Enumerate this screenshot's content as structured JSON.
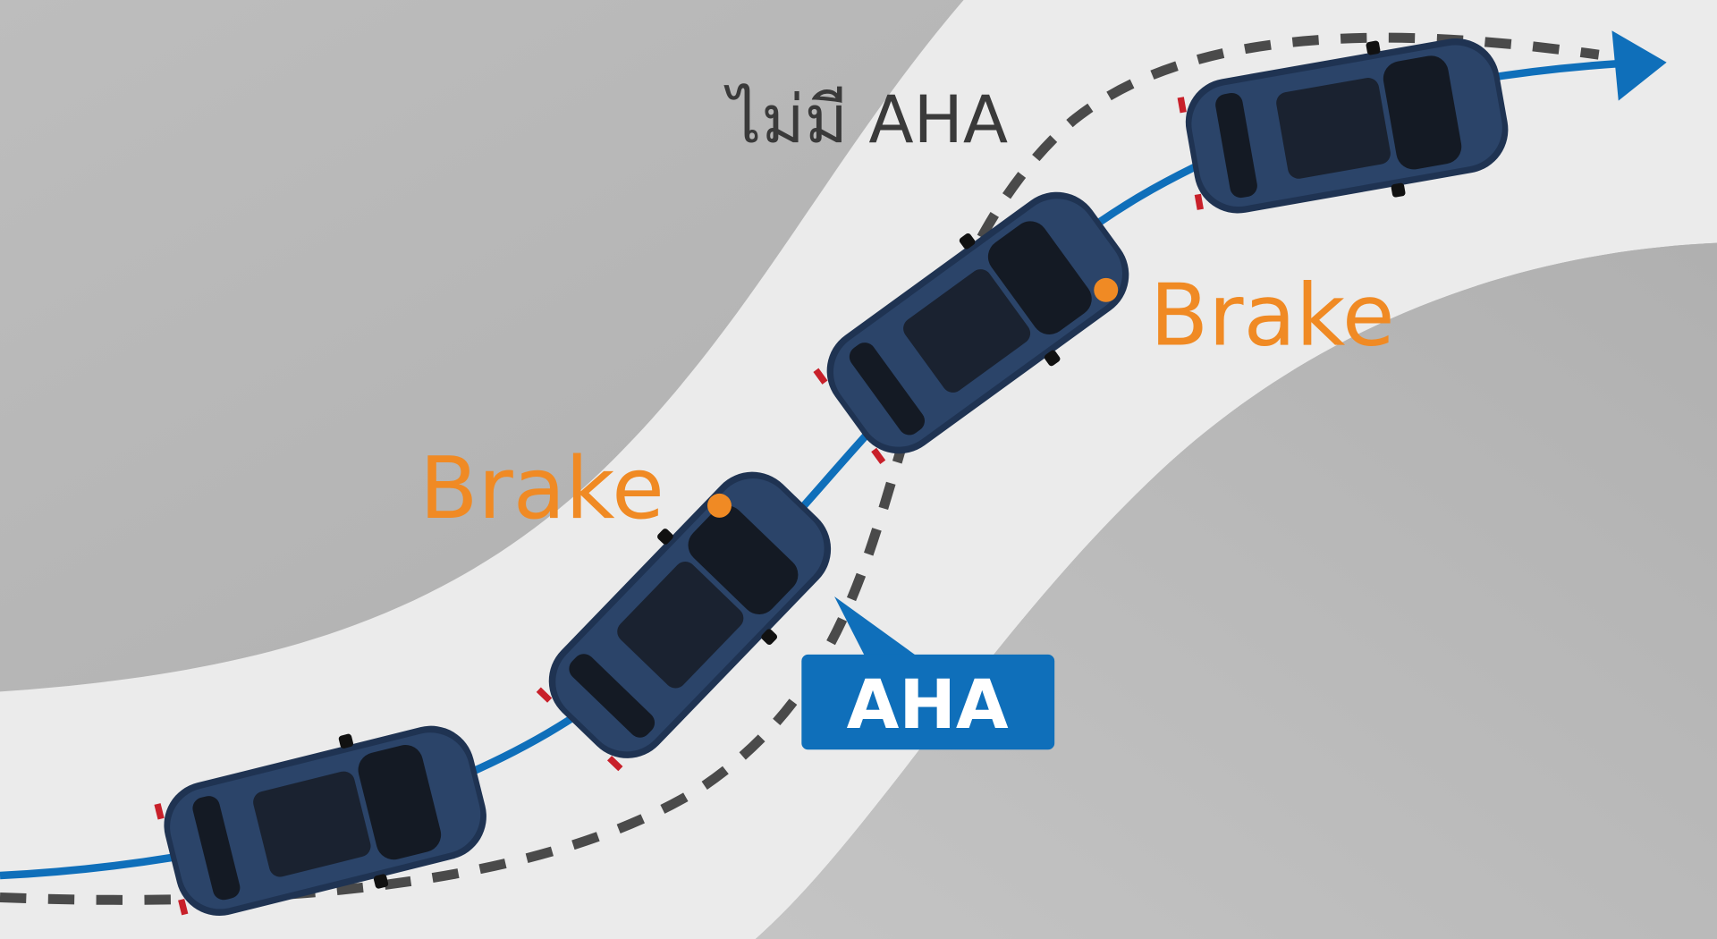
{
  "labels": {
    "without_aha": "ไม่มี AHA",
    "brake_1": "Brake",
    "brake_2": "Brake",
    "aha_badge": "AHA"
  },
  "colors": {
    "background_gray": "#b3b3b3",
    "road": "#ebebeb",
    "blue_path": "#0f6fba",
    "dashed_path": "#4a4a4a",
    "brake_orange": "#f08a24",
    "car_body": "#1f3352",
    "title_text": "#3a3a3a"
  }
}
